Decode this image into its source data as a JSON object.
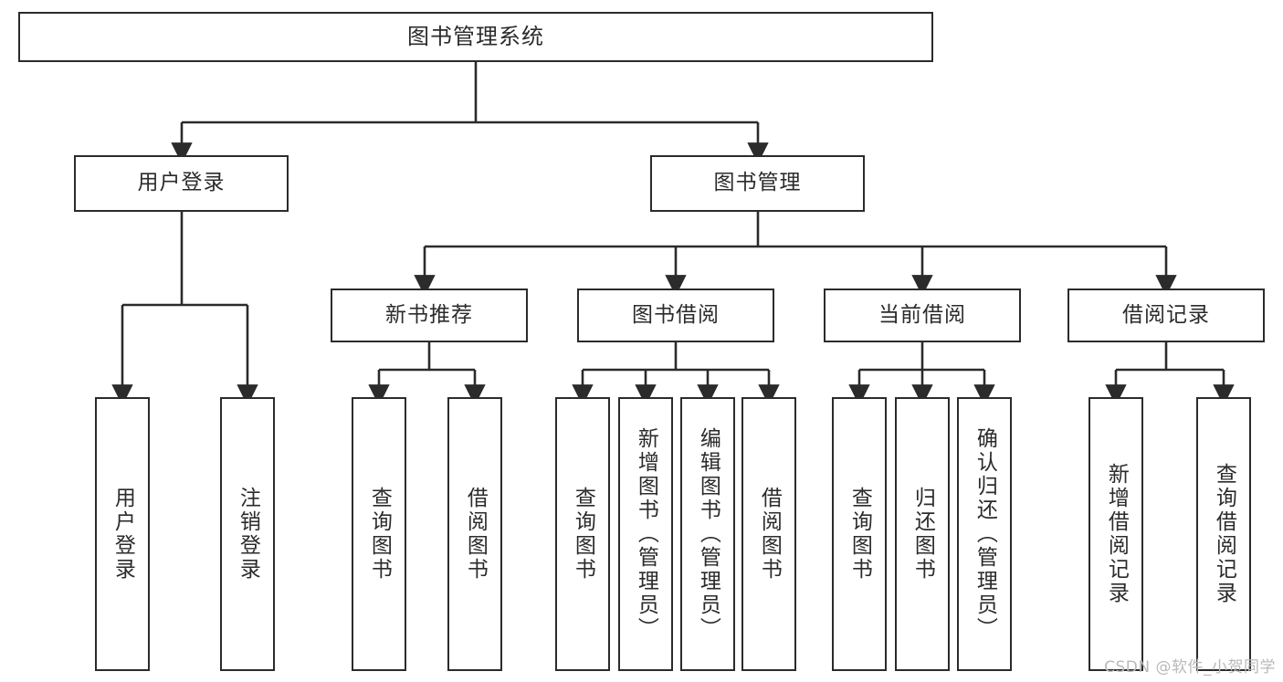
{
  "diagram": {
    "title": "图书管理系统",
    "type": "tree-hierarchy-diagram",
    "colors": {
      "box_border": "#2b2b2b",
      "box_fill": "#ffffff",
      "connector": "#2b2b2b",
      "background": "#ffffff",
      "watermark": "#b9b9b9"
    },
    "root": {
      "label": "图书管理系统"
    },
    "level2": [
      {
        "label": "用户登录"
      },
      {
        "label": "图书管理"
      }
    ],
    "level3": [
      {
        "label": "新书推荐"
      },
      {
        "label": "图书借阅"
      },
      {
        "label": "当前借阅"
      },
      {
        "label": "借阅记录"
      }
    ],
    "leaves": {
      "user_login": [
        {
          "label": "用户登录"
        },
        {
          "label": "注销登录"
        }
      ],
      "new_book_recommend": [
        {
          "label": "查询图书"
        },
        {
          "label": "借阅图书"
        }
      ],
      "book_borrow": [
        {
          "label": "查询图书"
        },
        {
          "label": "新增图书（管理员）"
        },
        {
          "label": "编辑图书（管理员）"
        },
        {
          "label": "借阅图书"
        }
      ],
      "current_borrow": [
        {
          "label": "查询图书"
        },
        {
          "label": "归还图书"
        },
        {
          "label": "确认归还（管理员）"
        }
      ],
      "borrow_records": [
        {
          "label": "新增借阅记录"
        },
        {
          "label": "查询借阅记录"
        }
      ]
    },
    "watermark": "CSDN @软件_小贺同学"
  }
}
